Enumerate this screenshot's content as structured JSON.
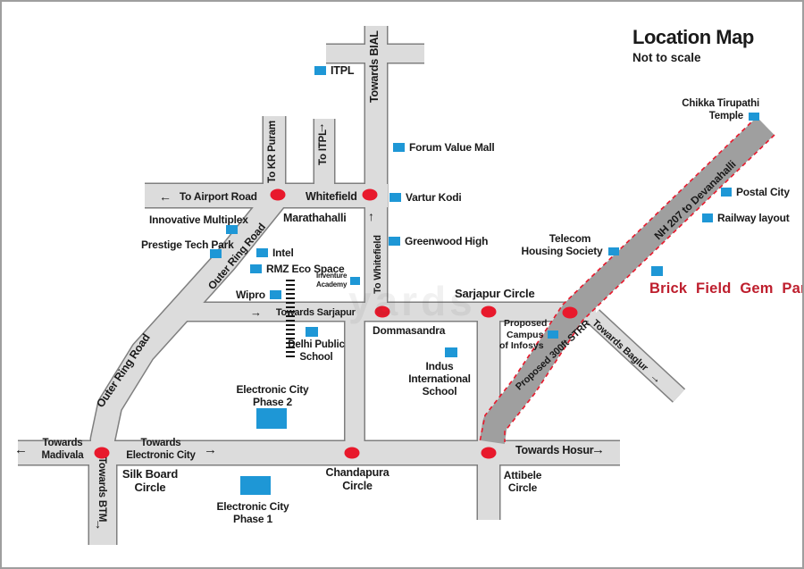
{
  "title": {
    "heading": "Location Map",
    "subheading": "Not to scale"
  },
  "colors": {
    "road_fill": "#dcdcdc",
    "road_outline": "#7f7f7f",
    "highway_fill": "#9f9f9f",
    "highway_edge_red": "#e8192c",
    "junction_dot": "#e8192c",
    "landmark_marker_blue": "#1e97d6",
    "highlight_text_red": "#be1e2d",
    "railway_black": "#151515"
  },
  "icons": {
    "up_arrow": "↑",
    "down_arrow": "↓",
    "left_arrow": "←",
    "right_arrow": "→"
  },
  "watermark": "yards",
  "road_labels": {
    "towards_bial": "Towards BIAL",
    "to_kr_puram": "To KR Puram",
    "to_itpl": "To ITPL",
    "to_airport_road": "To Airport Road",
    "whitefield": "Whitefield",
    "marathahalli": "Marathahalli",
    "outer_ring_road_upper": "Outer Ring Road",
    "outer_ring_road_lower": "Outer Ring Road",
    "to_whitefield": "To Whitefield",
    "towards_sarjapur": "Towards Sarjapur",
    "sarjapur_circle": "Sarjapur Circle",
    "dommasandra": "Dommasandra",
    "towards_madivala": {
      "line1": "Towards",
      "line2": "Madivala"
    },
    "towards_electronic_city": {
      "line1": "Towards",
      "line2": "Electronic City"
    },
    "silk_board_circle": {
      "line1": "Silk Board",
      "line2": "Circle"
    },
    "towards_btm": "Towards BTM",
    "chandapura_circle": {
      "line1": "Chandapura",
      "line2": "Circle"
    },
    "towards_hosur": "Towards Hosur",
    "attibele_circle": {
      "line1": "Attibele",
      "line2": "Circle"
    },
    "nh207": "NH 207 to Devanahalli",
    "strr": "Proposed 300ft STRR",
    "towards_baglur": "Towards Baglur"
  },
  "landmarks": {
    "itpl": "ITPL",
    "forum_value_mall": "Forum Value Mall",
    "vartur_kodi": "Vartur Kodi",
    "greenwood_high": "Greenwood High",
    "innovative_multiplex": "Innovative Multiplex",
    "prestige_tech_park": "Prestige Tech Park",
    "intel": "Intel",
    "rmz_eco_space": "RMZ Eco Space",
    "wipro": "Wipro",
    "inventure_academy": {
      "line1": "Inventure",
      "line2": "Academy"
    },
    "telecom_housing_society": {
      "line1": "Telecom",
      "line2": "Housing Society"
    },
    "chikka_tirupathi_temple": {
      "line1": "Chikka Tirupathi",
      "line2": "Temple"
    },
    "postal_city": "Postal City",
    "railway_layout": "Railway layout",
    "brick_field_gem_park": "Brick Field Gem Park",
    "proposed_campus_of_infosys": {
      "line1": "Proposed",
      "line2": "Campus",
      "line3": "of Infosys"
    },
    "delhi_public_school": {
      "line1": "Delhi Public",
      "line2": "School"
    },
    "indus_international_school": {
      "line1": "Indus",
      "line2": "International",
      "line3": "School"
    },
    "electronic_city_phase_2": {
      "line1": "Electronic City",
      "line2": "Phase 2"
    },
    "electronic_city_phase_1": {
      "line1": "Electronic City",
      "line2": "Phase 1"
    }
  }
}
